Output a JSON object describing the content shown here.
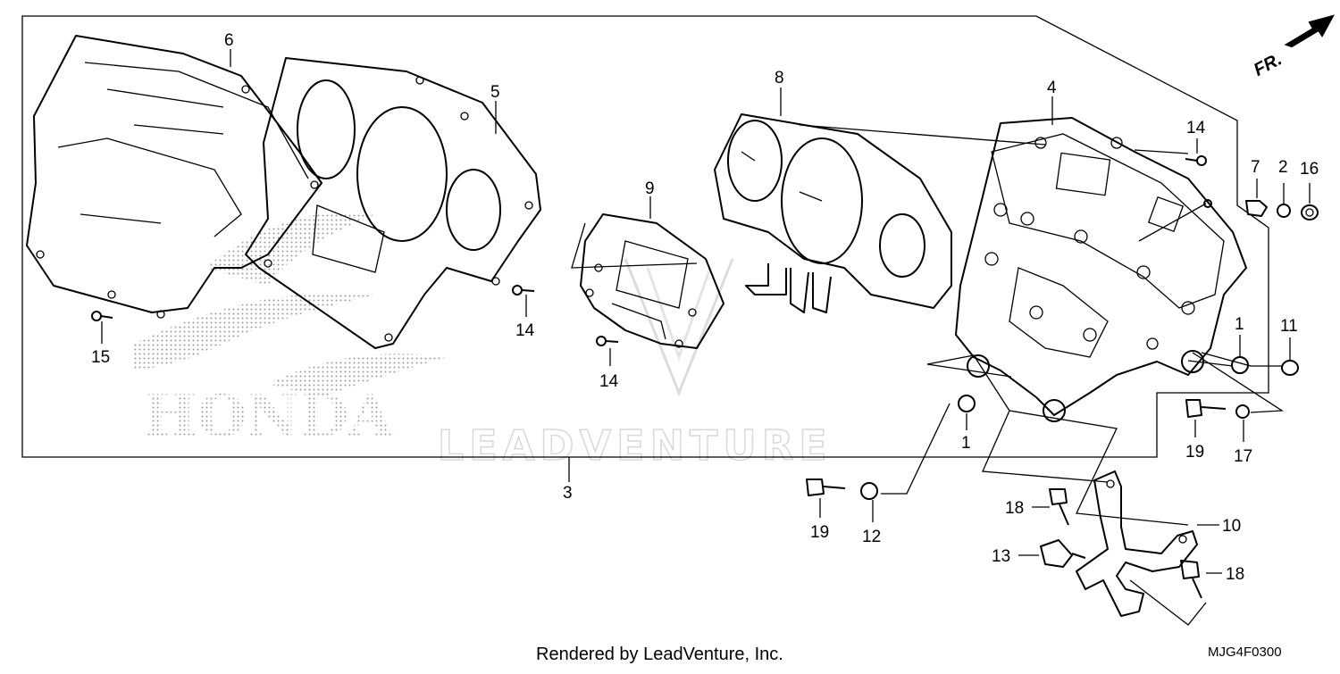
{
  "diagram": {
    "direction_label": "FR.",
    "watermark_logo": "HONDA",
    "watermark_text": "LEADVENTURE",
    "footer": "Rendered by LeadVenture, Inc.",
    "diagram_code": "MJG4F0300",
    "callouts": [
      {
        "id": "c6",
        "label": "6"
      },
      {
        "id": "c5",
        "label": "5"
      },
      {
        "id": "c8",
        "label": "8"
      },
      {
        "id": "c4",
        "label": "4"
      },
      {
        "id": "c9",
        "label": "9"
      },
      {
        "id": "c14a",
        "label": "14"
      },
      {
        "id": "c14b",
        "label": "14"
      },
      {
        "id": "c14c",
        "label": "14"
      },
      {
        "id": "c15",
        "label": "15"
      },
      {
        "id": "c7",
        "label": "7"
      },
      {
        "id": "c2",
        "label": "2"
      },
      {
        "id": "c16",
        "label": "16"
      },
      {
        "id": "c1a",
        "label": "1"
      },
      {
        "id": "c11",
        "label": "11"
      },
      {
        "id": "c1b",
        "label": "1"
      },
      {
        "id": "c19a",
        "label": "19"
      },
      {
        "id": "c17",
        "label": "17"
      },
      {
        "id": "c3",
        "label": "3"
      },
      {
        "id": "c19b",
        "label": "19"
      },
      {
        "id": "c12",
        "label": "12"
      },
      {
        "id": "c18a",
        "label": "18"
      },
      {
        "id": "c10",
        "label": "10"
      },
      {
        "id": "c13",
        "label": "13"
      },
      {
        "id": "c18b",
        "label": "18"
      }
    ]
  }
}
